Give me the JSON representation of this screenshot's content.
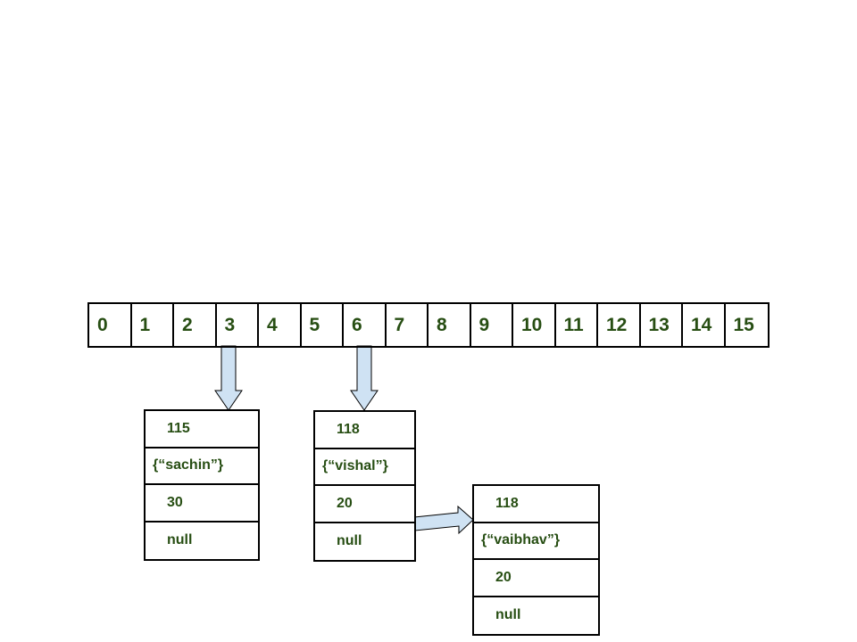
{
  "bucket_array": {
    "cells": [
      "0",
      "1",
      "2",
      "3",
      "4",
      "5",
      "6",
      "7",
      "8",
      "9",
      "10",
      "11",
      "12",
      "13",
      "14",
      "15"
    ]
  },
  "nodes": [
    {
      "hash": "115",
      "key": "{“sachin”}",
      "value": "30",
      "next": "null"
    },
    {
      "hash": "118",
      "key": "{“vishal”}",
      "value": "20",
      "next": "null"
    },
    {
      "hash": "118",
      "key": "{“vaibhav”}",
      "value": "20",
      "next": "null"
    }
  ],
  "colors": {
    "text": "#274e13",
    "arrow_fill": "#cfe2f3",
    "border": "#000000"
  }
}
